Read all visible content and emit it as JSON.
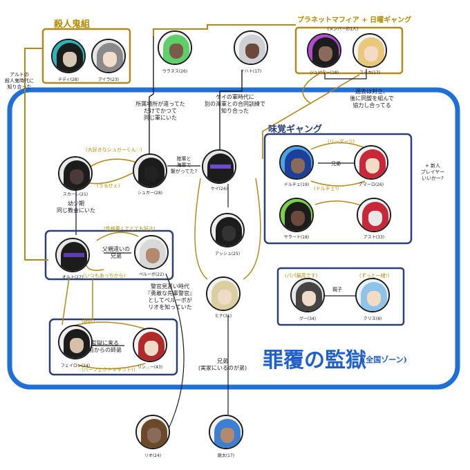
{
  "colors": {
    "frame": "#1f6fd6",
    "group": "#b0891a",
    "yellow_text": "#b08a00",
    "ink": "#1a1a1a"
  },
  "groups": {
    "killers": "殺人鬼組",
    "mafia": "プラネットマフィア + 日曜ギャング",
    "mafia_sub": "(メンバーの1人)",
    "taste_gang": "味覚ギャング",
    "prison": "罪覆の監獄",
    "prison_sub": "(全国ゾーン)"
  },
  "characters": {
    "teddy": "テディ(28)",
    "aira": "アイラ(23)",
    "uranus": "ウラヌス(26)",
    "nahato": "ナハト(17)",
    "jupiter": "ジュピター(18)",
    "yukka": "ユッカ(17)",
    "scarlet": "スカーレ(21)",
    "sugar": "シュガー(28)",
    "kei": "ケイ(24)",
    "dolce": "ドルチェ(19)",
    "amaro": "アマーロ(26)",
    "salat": "サラート(18)",
    "asto": "アスト(33)",
    "olto": "オルト(27)",
    "pepper": "ペルーポ(22)",
    "assha": "アッシュ(25)",
    "hina": "ヒナ(31)",
    "gu": "グー(34)",
    "chris": "クリス(8)",
    "feilong": "フェイロン(24)",
    "lina": "リン…ー(43)",
    "rio": "リオ(24)",
    "ryota": "龍太(17)"
  },
  "notes": {
    "left_side": "アルトの\n殺人鬼時代に\n知り合った",
    "sugar_uranus": "所属場所が違ってた\nだけでかつて\n同じ軍にいた",
    "kei_nahato": "ケイの軍時代に\n別の海軍との合同訓練で\n知り合った",
    "mafia_rivals": "過去は対立、\n後に同盟を組んで\n協力し合ってる",
    "sugar_kei": "陸軍と\n海軍で\n繋がってた?",
    "church": "幼少期\n同じ教会にいた",
    "half_brothers": "父親違いの\n兄弟",
    "police": "警官見習い時代\n『勇敢な先輩警官』\nとしてペルーポが\nリオを知っていた",
    "dolce_amaro": "兄弟",
    "gu_chris": "親子",
    "feilong_lina": "監獄に来る\n前からの師弟",
    "hina_ryota": "兄弟\n(実家にいるのが弟)",
    "plus_new": "+ 新人\nプレイヤー\nいいかー?"
  },
  "yellow_notes": {
    "scarlet_sugar": "(大好きなシュガーくん♡)",
    "sugar_scarlet": "(うるせぇ)",
    "olto_pepper": "(性格悪くてとても好き)",
    "pepper_olto": "(いつもあっちから)",
    "dolce_amaro": "(リーダー!!)",
    "amaro_dolce": "(ドルチェ!)",
    "feilong_lina": "(師匠)",
    "lina_feilong": "(パーフェクトキャット!)",
    "gu": "(パパ最高です)",
    "chris": "(ずっと一緒!)"
  }
}
